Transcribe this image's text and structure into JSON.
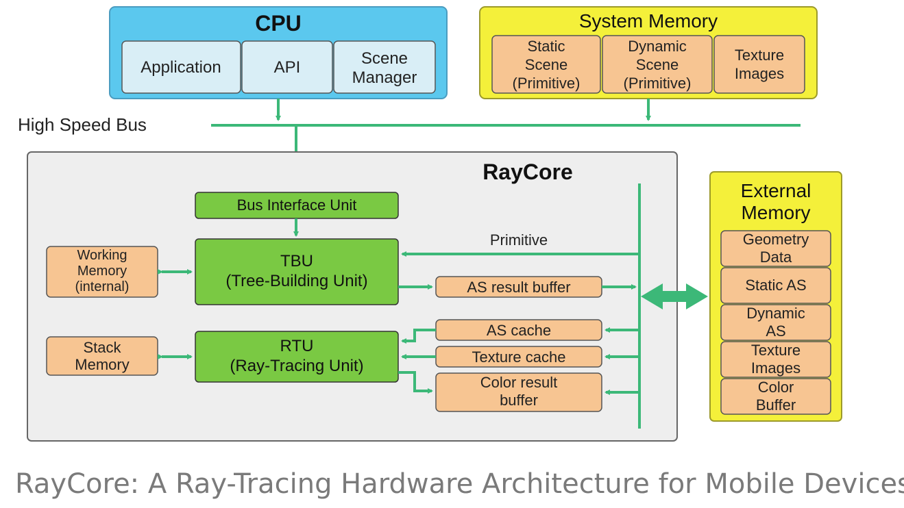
{
  "colors": {
    "cpu_fill": "#5bc8ee",
    "cpu_box_fill": "#d9eef6",
    "yellow_fill": "#f4f03a",
    "orange_fill": "#f7c592",
    "green_fill": "#7ac943",
    "raycore_fill": "#eeeeee",
    "line_green": "#3cb878",
    "caption_gray": "#7a7a7a"
  },
  "cpu": {
    "title": "CPU",
    "items": [
      "Application",
      "API",
      [
        "Scene",
        "Manager"
      ]
    ]
  },
  "system_memory": {
    "title": "System Memory",
    "items": [
      [
        "Static",
        "Scene",
        "(Primitive)"
      ],
      [
        "Dynamic",
        "Scene",
        "(Primitive)"
      ],
      [
        "Texture",
        "Images"
      ]
    ]
  },
  "bus": {
    "label": "High Speed Bus"
  },
  "raycore": {
    "title": "RayCore",
    "bus_interface": "Bus Interface Unit",
    "tbu": [
      "TBU",
      "(Tree-Building Unit)"
    ],
    "rtu": [
      "RTU",
      "(Ray-Tracing Unit)"
    ],
    "working_memory": [
      "Working",
      "Memory",
      "(internal)"
    ],
    "stack_memory": [
      "Stack",
      "Memory"
    ],
    "primitive_label": "Primitive",
    "as_result_buffer": "AS result buffer",
    "as_cache": "AS cache",
    "texture_cache": "Texture cache",
    "color_result_buffer": [
      "Color result",
      "buffer"
    ]
  },
  "external_memory": {
    "title": [
      "External",
      "Memory"
    ],
    "items": [
      [
        "Geometry",
        "Data"
      ],
      [
        "Static AS"
      ],
      [
        "Dynamic",
        "AS"
      ],
      [
        "Texture",
        "Images"
      ],
      [
        "Color",
        "Buffer"
      ]
    ]
  },
  "caption": "RayCore: A Ray-Tracing Hardware Architecture for Mobile Devices"
}
